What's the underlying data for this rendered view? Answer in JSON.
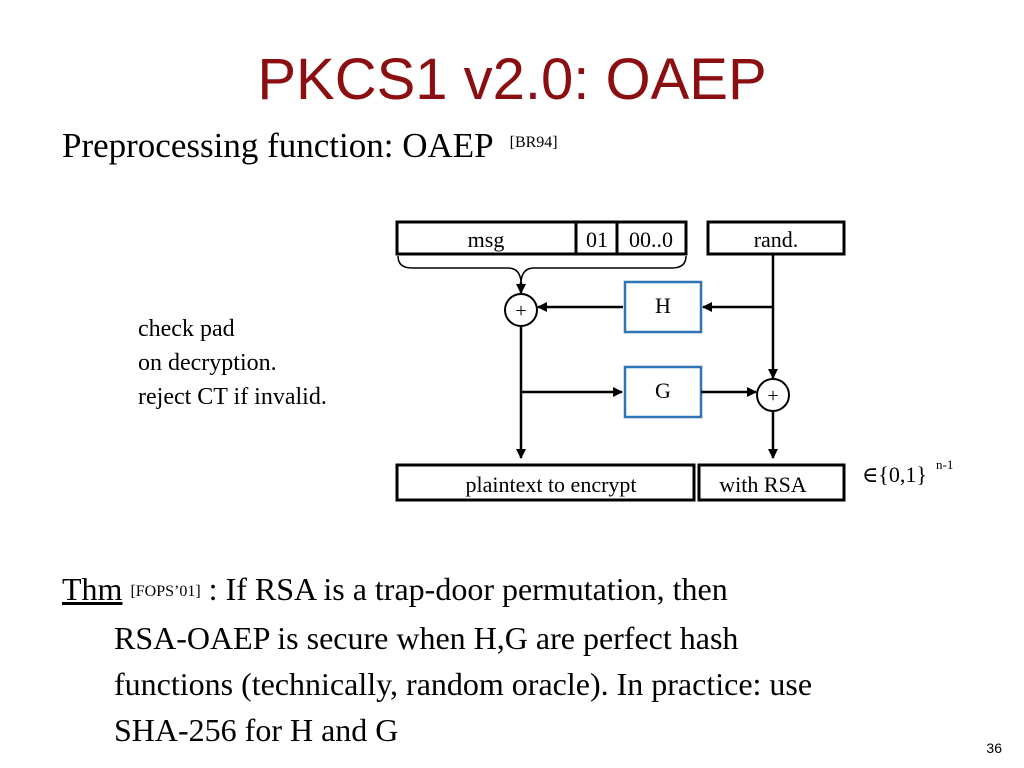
{
  "slide": {
    "title": "PKCS1 v2.0:   OAEP",
    "subtitle": "Preprocessing function:  OAEP",
    "subtitle_cite": "[BR94]",
    "note_lines": [
      "check pad",
      "on decryption.",
      "reject CT if invalid."
    ],
    "page_number": "36"
  },
  "diagram": {
    "msg": "msg",
    "pad_01": "01",
    "pad_zeros": "00..0",
    "rand": "rand.",
    "H": "H",
    "G": "G",
    "xor_symbol": "+",
    "plaintext": "plaintext to encrypt",
    "with_rsa": "with RSA",
    "range_prefix": "∈{0,1}",
    "range_exp": "n-1",
    "hash_box_color": "#2e75b6"
  },
  "theorem": {
    "label": "Thm",
    "cite": "[FOPS’01]",
    "line1": " : If RSA is a trap-door permutation, then",
    "line2": "RSA-OAEP is secure when  H,G  are perfect hash",
    "line3": "functions (technically, random oracle). In practice:  use",
    "line4": "SHA-256 for H and G"
  }
}
